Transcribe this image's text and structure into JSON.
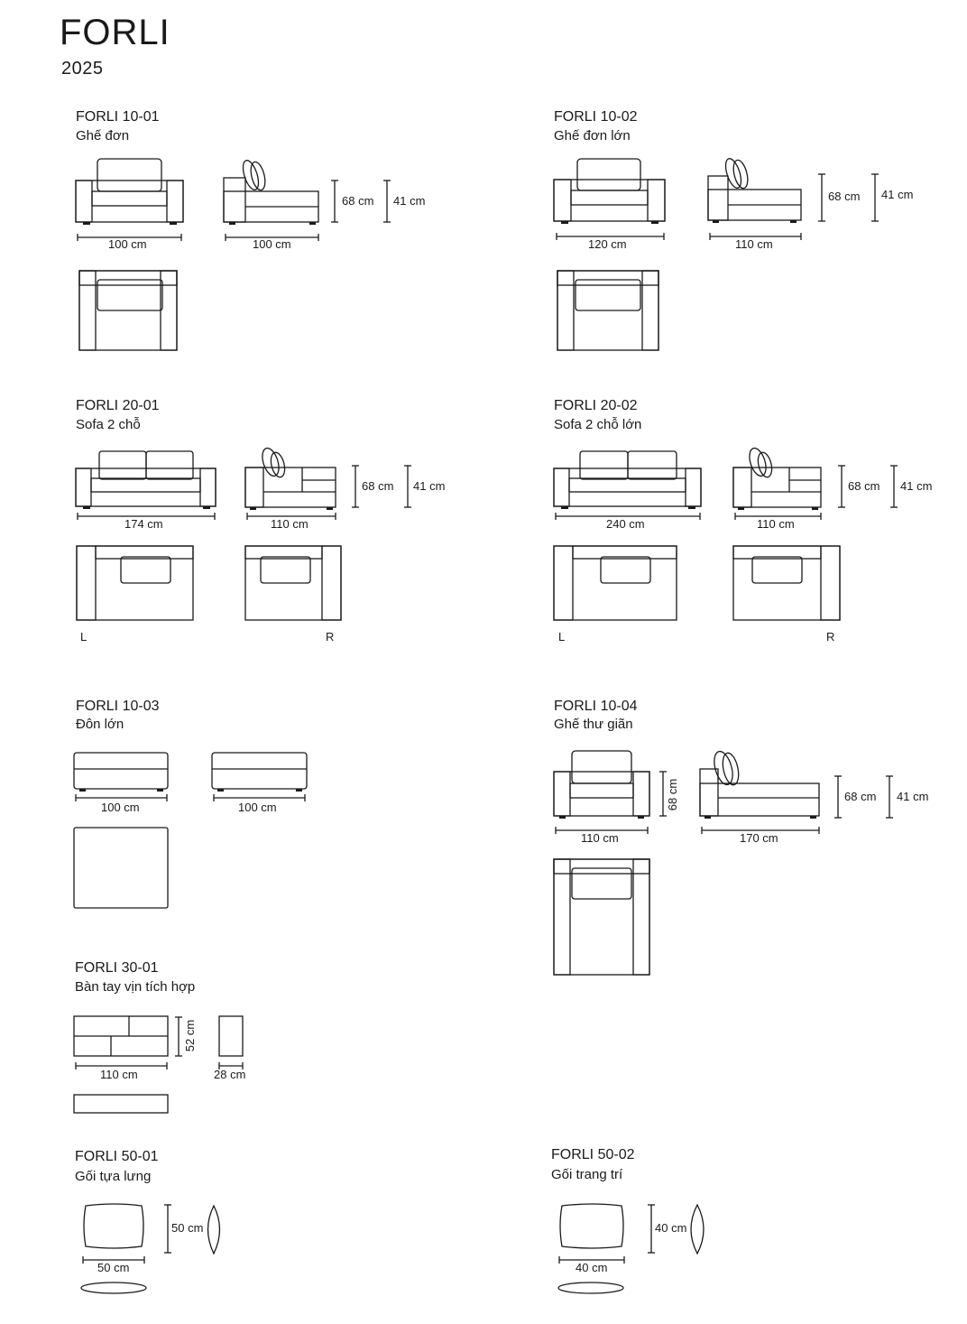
{
  "header": {
    "brand": "FORLI",
    "year": "2025"
  },
  "products": [
    {
      "code": "FORLI 10-01",
      "name": "Ghế đơn",
      "dims": [
        "100 cm",
        "100 cm",
        "68 cm",
        "41 cm"
      ]
    },
    {
      "code": "FORLI 10-02",
      "name": "Ghế đơn lớn",
      "dims": [
        "120 cm",
        "110 cm",
        "68 cm",
        "41 cm"
      ]
    },
    {
      "code": "FORLI 20-01",
      "name": "Sofa 2 chỗ",
      "dims": [
        "174 cm",
        "110 cm",
        "68 cm",
        "41 cm"
      ],
      "sides": [
        "L",
        "R"
      ]
    },
    {
      "code": "FORLI 20-02",
      "name": "Sofa 2 chỗ lớn",
      "dims": [
        "240 cm",
        "110 cm",
        "68 cm",
        "41 cm"
      ],
      "sides": [
        "L",
        "R"
      ]
    },
    {
      "code": "FORLI 10-03",
      "name": "Đôn lớn",
      "dims": [
        "100 cm",
        "100 cm"
      ]
    },
    {
      "code": "FORLI 10-04",
      "name": "Ghế thư giãn",
      "dims": [
        "110 cm",
        "68 cm",
        "170 cm",
        "68 cm",
        "41 cm"
      ]
    },
    {
      "code": "FORLI 30-01",
      "name": "Bàn tay vịn tích hợp",
      "dims": [
        "110 cm",
        "52 cm",
        "28 cm"
      ]
    },
    {
      "code": "FORLI 50-01",
      "name": "Gối tựa lưng",
      "dims": [
        "50 cm",
        "50 cm"
      ]
    },
    {
      "code": "FORLI 50-02",
      "name": "Gối trang trí",
      "dims": [
        "40 cm",
        "40 cm"
      ]
    }
  ]
}
